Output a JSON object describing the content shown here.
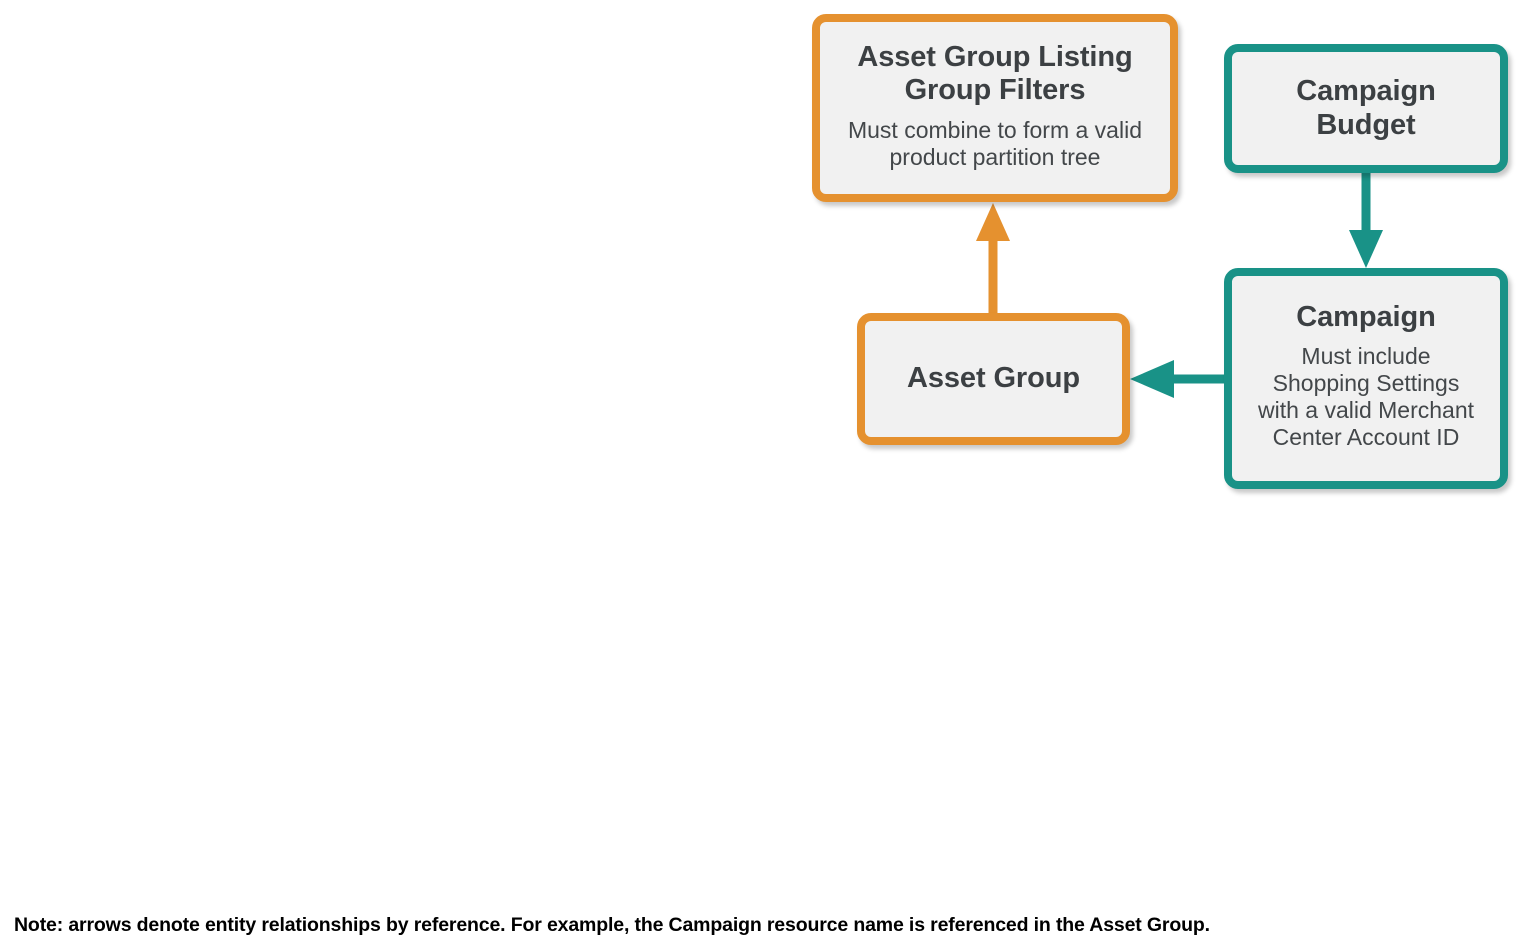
{
  "diagram": {
    "type": "entity-relationship",
    "background": "#ffffff",
    "colors": {
      "orange": "#E5912F",
      "teal": "#199287",
      "box_fill": "#F1F1F1",
      "title_text": "#3C4043",
      "subtitle_text": "#43474A",
      "note_text": "#000000"
    },
    "nodes": [
      {
        "id": "asset-group-listing-group-filters",
        "title": "Asset Group Listing\nGroup Filters",
        "subtitle": "Must combine to form a valid\nproduct partition tree",
        "color": "orange"
      },
      {
        "id": "campaign-budget",
        "title": "Campaign\nBudget",
        "subtitle": "",
        "color": "teal"
      },
      {
        "id": "asset-group",
        "title": "Asset Group",
        "subtitle": "",
        "color": "orange"
      },
      {
        "id": "campaign",
        "title": "Campaign",
        "subtitle": "Must include\nShopping Settings\nwith a valid Merchant\nCenter Account ID",
        "color": "teal"
      }
    ],
    "edges": [
      {
        "id": "asset-group-to-listing-group-filters",
        "from": "asset-group",
        "to": "asset-group-listing-group-filters",
        "direction": "up",
        "color": "orange"
      },
      {
        "id": "campaign-budget-to-campaign",
        "from": "campaign-budget",
        "to": "campaign",
        "direction": "down",
        "color": "teal"
      },
      {
        "id": "campaign-to-asset-group",
        "from": "campaign",
        "to": "asset-group",
        "direction": "left",
        "color": "teal"
      }
    ],
    "note": "Note: arrows denote entity relationships by reference. For example, the Campaign resource name is referenced in the Asset Group."
  }
}
